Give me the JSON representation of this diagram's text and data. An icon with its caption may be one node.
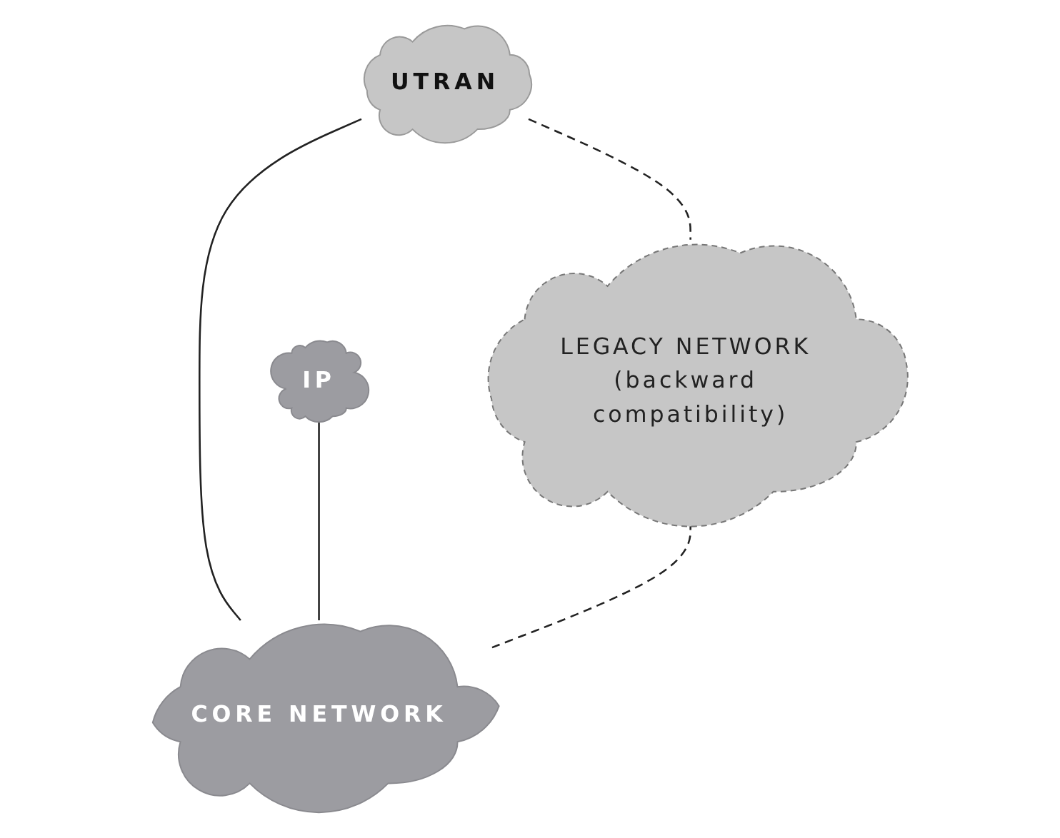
{
  "diagram": {
    "nodes": [
      {
        "text": [
          "UTRAN"
        ]
      },
      {
        "text": [
          "IP"
        ]
      },
      {
        "text": [
          "CORE NETWORK"
        ]
      },
      {
        "text": [
          "LEGACY NETWORK (backward compatibility)"
        ]
      }
    ],
    "edges": [
      {
        "from": 0,
        "to": 2,
        "arrow": "none"
      },
      {
        "from": 1,
        "to": 2,
        "arrow": "none"
      },
      {
        "from": 0,
        "to": 3,
        "arrow": "none",
        "style": "dashed"
      },
      {
        "from": 3,
        "to": 2,
        "arrow": "none",
        "style": "dashed"
      }
    ]
  }
}
